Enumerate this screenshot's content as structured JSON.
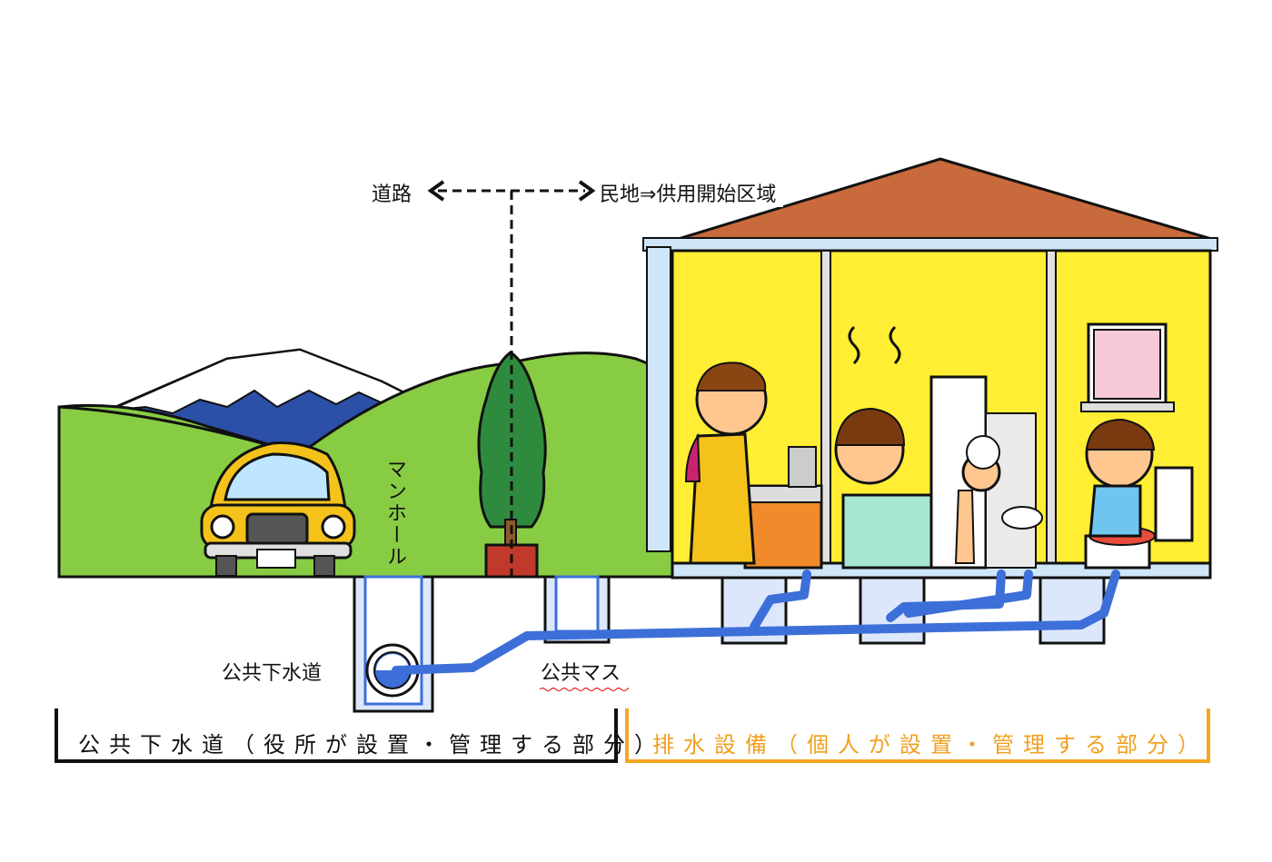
{
  "labels": {
    "road": "道路",
    "private_land": "民地⇒供用開始区域",
    "manhole": "マンホール",
    "public_sewer": "公共下水道",
    "public_basin": "公共マス"
  },
  "sections": {
    "public": "公共下水道（役所が設置・管理する部分）",
    "private": "排水設備（個人が設置・管理する部分）"
  },
  "colors": {
    "public_bracket": "#111111",
    "private_bracket": "#f5a623",
    "private_text": "#f0a020",
    "house_wall": "#ffee33",
    "roof": "#c96a3c",
    "pipe": "#3d6fd9",
    "hills": "#88cc44",
    "mountain": "#2c4fa8"
  }
}
